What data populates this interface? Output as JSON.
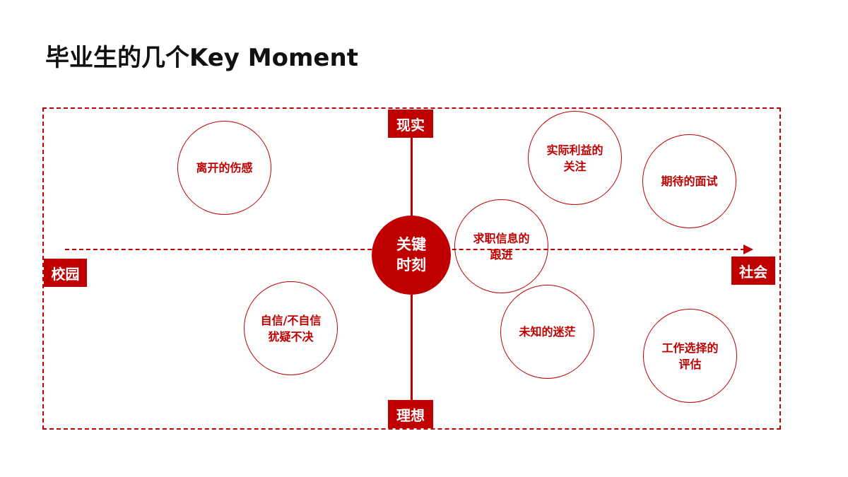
{
  "title": "毕业生的几个Key Moment",
  "axes": {
    "top": "现实",
    "bottom": "理想",
    "left": "校园",
    "right": "社会"
  },
  "center": {
    "line1": "关键",
    "line2": "时刻"
  },
  "bubbles": [
    {
      "line1": "离开的伤感",
      "line2": ""
    },
    {
      "line1": "实际利益的",
      "line2": "关注"
    },
    {
      "line1": "期待的面试",
      "line2": ""
    },
    {
      "line1": "求职信息的",
      "line2": "跟进"
    },
    {
      "line1": "自信/不自信",
      "line2": "犹疑不决"
    },
    {
      "line1": "未知的迷茫",
      "line2": ""
    },
    {
      "line1": "工作选择的",
      "line2": "评估"
    }
  ],
  "colors": {
    "accent": "#c00000",
    "text": "#111111",
    "background": "#ffffff"
  }
}
